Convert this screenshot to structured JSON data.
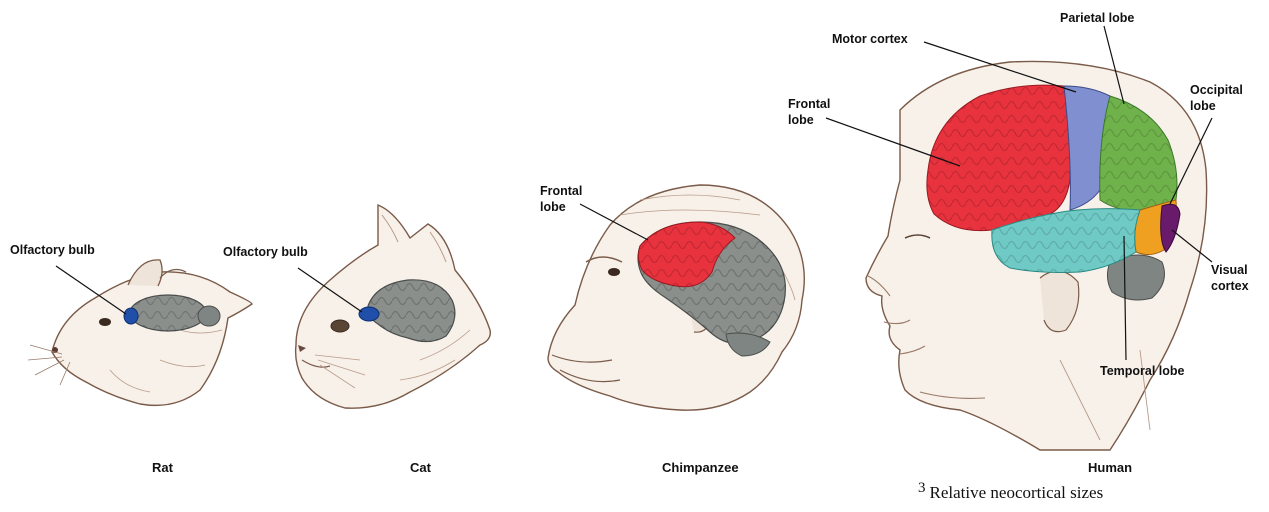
{
  "animals": [
    {
      "id": "rat",
      "name": "Rat",
      "labels": [
        "Olfactory bulb"
      ]
    },
    {
      "id": "cat",
      "name": "Cat",
      "labels": [
        "Olfactory bulb"
      ]
    },
    {
      "id": "chimpanzee",
      "name": "Chimpanzee",
      "labels": [
        "Frontal lobe"
      ]
    },
    {
      "id": "human",
      "name": "Human",
      "labels": [
        "Motor cortex",
        "Parietal lobe",
        "Frontal lobe",
        "Occipital lobe",
        "Visual cortex",
        "Temporal lobe"
      ]
    }
  ],
  "labels": {
    "rat_olfactory": "Olfactory bulb",
    "cat_olfactory": "Olfactory bulb",
    "chimp_frontal_1": "Frontal",
    "chimp_frontal_2": "lobe",
    "human_motor": "Motor cortex",
    "human_parietal": "Parietal lobe",
    "human_frontal_1": "Frontal",
    "human_frontal_2": "lobe",
    "human_occipital_1": "Occipital",
    "human_occipital_2": "lobe",
    "human_visual_1": "Visual",
    "human_visual_2": "cortex",
    "human_temporal": "Temporal lobe"
  },
  "caption": {
    "number": "3",
    "text": "Relative neocortical sizes"
  },
  "colors": {
    "sketch": "#7a5a48",
    "skin": "#f6efe6",
    "olfactory_bulb": "#1f4fa8",
    "brain_gray": "#8a8f8c",
    "frontal_red": "#e8323e",
    "motor_blue": "#7f8fcf",
    "parietal_green": "#6fb14a",
    "temporal_teal": "#6fc9c4",
    "occipital_orange": "#f0a020",
    "visual_purple": "#6a1a6a"
  }
}
